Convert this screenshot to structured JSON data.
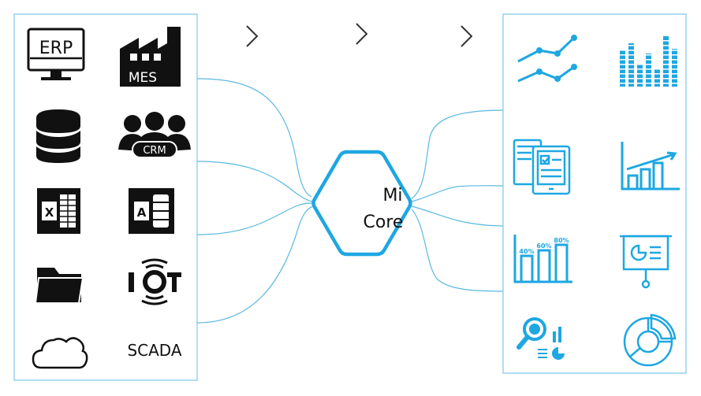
{
  "colors": {
    "accent": "#1ea7e1",
    "ink": "#111111",
    "panel_border": "#7cc6e8",
    "line": "#5bb8e0"
  },
  "sources": [
    {
      "label": "ERP",
      "icon": "erp-monitor-icon"
    },
    {
      "label": "MES",
      "icon": "mes-factory-icon"
    },
    {
      "label": "",
      "icon": "database-icon"
    },
    {
      "label": "CRM",
      "icon": "crm-people-icon"
    },
    {
      "label": "X",
      "icon": "excel-icon"
    },
    {
      "label": "A",
      "icon": "access-icon"
    },
    {
      "label": "",
      "icon": "folder-icon"
    },
    {
      "label": "",
      "icon": "iot-icon"
    },
    {
      "label": "",
      "icon": "cloud-icon"
    },
    {
      "label": "SCADA",
      "icon": "scada-text"
    }
  ],
  "core": {
    "line1": "Mi",
    "line2": "Core"
  },
  "outputs": [
    {
      "icon": "line-chart-icon"
    },
    {
      "icon": "bar-equalizer-icon"
    },
    {
      "icon": "report-tablet-icon"
    },
    {
      "icon": "growth-chart-icon"
    },
    {
      "icon": "percent-bar-chart-icon",
      "labels": [
        "40%",
        "60%",
        "80%"
      ]
    },
    {
      "icon": "presentation-board-icon"
    },
    {
      "icon": "analytics-search-icon"
    },
    {
      "icon": "donut-chart-icon"
    }
  ]
}
